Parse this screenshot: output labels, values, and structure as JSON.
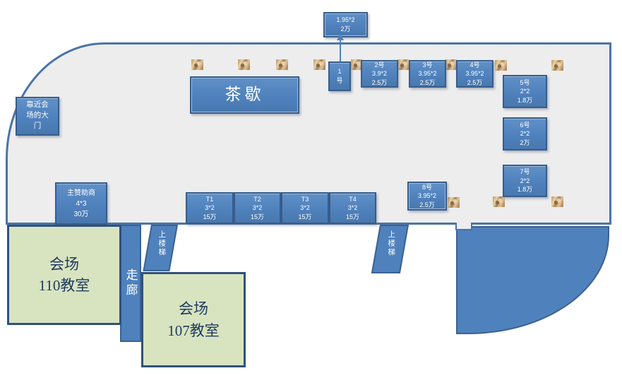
{
  "palette": {
    "accent_blue": "#4f81bd",
    "accent_blue_dark": "#385d8a",
    "wall_blue": "#4a74a8",
    "floor_gray": "#ededee",
    "room_green": "#d8e4c0",
    "room_border": "#31517c",
    "room_text": "#1f3a5f",
    "pillar_wood_light": "#e8d4ad",
    "pillar_wood_dark": "#8a6a45",
    "text_white": "#ffffff"
  },
  "annotation": {
    "lines": [
      "1.95*2",
      "2万"
    ]
  },
  "gate": {
    "lines": [
      "靠近会",
      "场的大",
      "门"
    ]
  },
  "tea": {
    "label": "茶歇"
  },
  "booths": {
    "top": [
      {
        "lines": [
          "1",
          "号"
        ]
      },
      {
        "lines": [
          "2号",
          "3.9*2",
          "2.5万"
        ]
      },
      {
        "lines": [
          "3号",
          "3.95*2",
          "2.5万"
        ]
      },
      {
        "lines": [
          "4号",
          "3.95*2",
          "2.5万"
        ]
      }
    ],
    "right": [
      {
        "lines": [
          "5号",
          "2*2",
          "1.8万"
        ]
      },
      {
        "lines": [
          "6号",
          "2*2",
          "2万"
        ]
      },
      {
        "lines": [
          "7号",
          "2*2",
          "1.8万"
        ]
      }
    ],
    "eight": {
      "lines": [
        "8号",
        "3.95*2",
        "2.5万"
      ]
    },
    "t_row": [
      {
        "lines": [
          "T1",
          "3*2",
          "15万"
        ]
      },
      {
        "lines": [
          "T2",
          "3*2",
          "15万"
        ]
      },
      {
        "lines": [
          "T3",
          "3*2",
          "15万"
        ]
      },
      {
        "lines": [
          "T4",
          "3*2",
          "15万"
        ]
      }
    ]
  },
  "sponsor": {
    "lines": [
      "主赞助商",
      "4*3",
      "30万"
    ]
  },
  "rooms": [
    {
      "lines": [
        "会场",
        "110教室"
      ]
    },
    {
      "lines": [
        "会场",
        "107教室"
      ]
    }
  ],
  "corridor": {
    "label": "走廊"
  },
  "stairs": {
    "label": "上楼梯"
  }
}
